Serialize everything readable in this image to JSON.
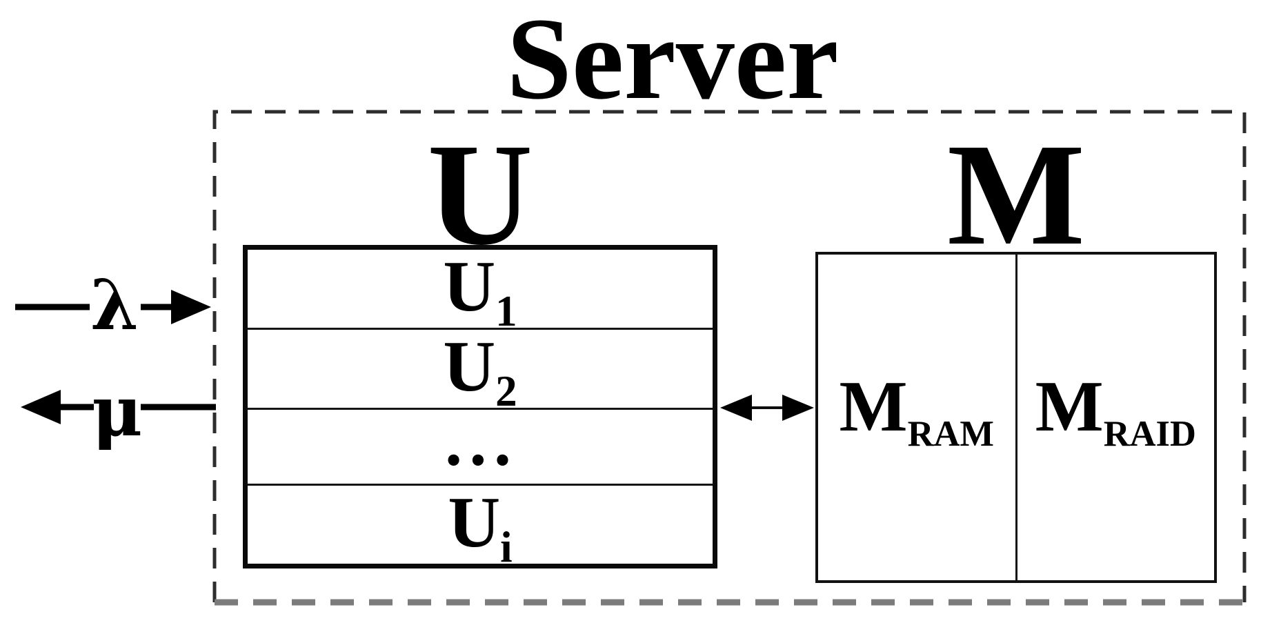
{
  "title": "Server",
  "flows": {
    "arrival_label": "λ",
    "departure_label": "μ"
  },
  "u_section": {
    "heading": "U",
    "rows": [
      {
        "base": "U",
        "sub": "1"
      },
      {
        "base": "U",
        "sub": "2"
      },
      {
        "base": "•••",
        "sub": ""
      },
      {
        "base": "U",
        "sub": "i"
      }
    ]
  },
  "m_section": {
    "heading": "M",
    "cells": [
      {
        "base": "M",
        "sub": "RAM"
      },
      {
        "base": "M",
        "sub": "RAID"
      }
    ]
  },
  "icons": {
    "arrival": "right-arrow",
    "departure": "left-arrow",
    "exchange": "double-headed-arrow"
  },
  "colors": {
    "ink": "#000000",
    "dashed_border": "#2d2d2d",
    "dashed_border_bottom": "#7c7c7c",
    "background": "#ffffff"
  }
}
